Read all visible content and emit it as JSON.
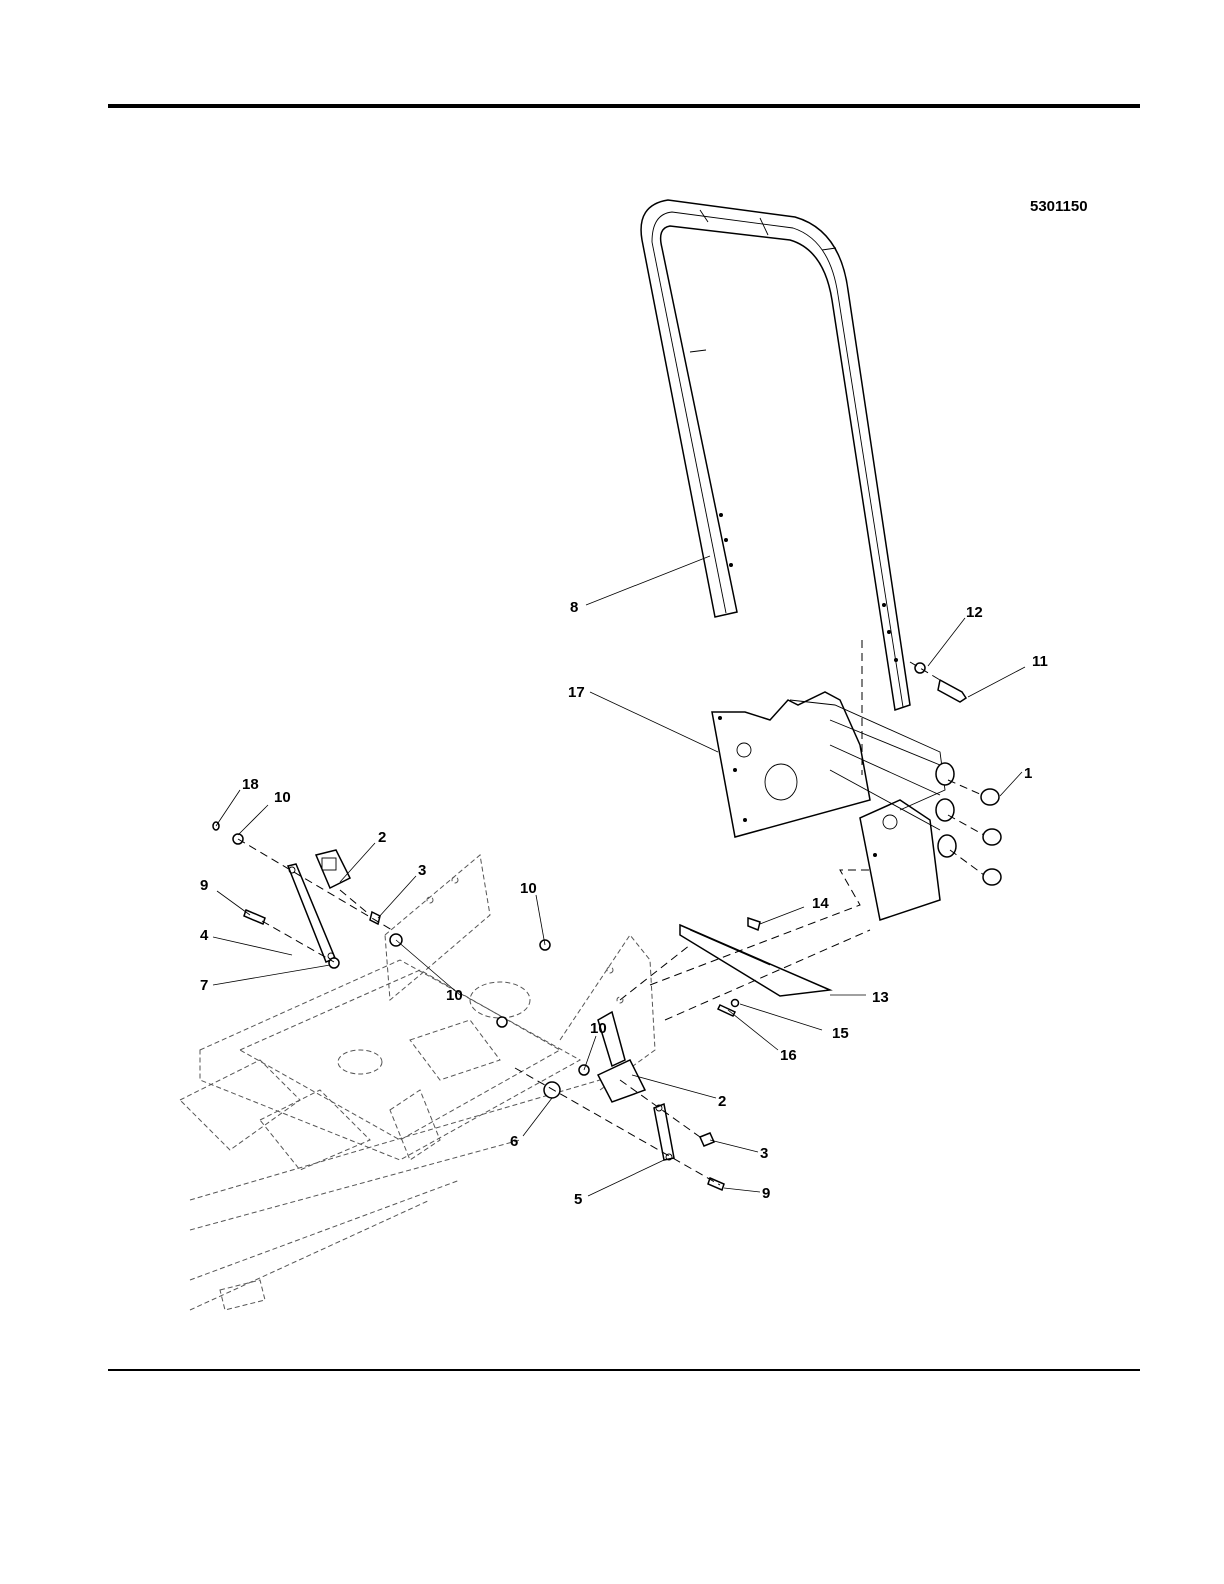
{
  "diagram_id": "5301150",
  "callouts": [
    "1",
    "2",
    "3",
    "4",
    "5",
    "6",
    "7",
    "8",
    "9",
    "10",
    "11",
    "12",
    "13",
    "14",
    "15",
    "16",
    "17",
    "18"
  ]
}
